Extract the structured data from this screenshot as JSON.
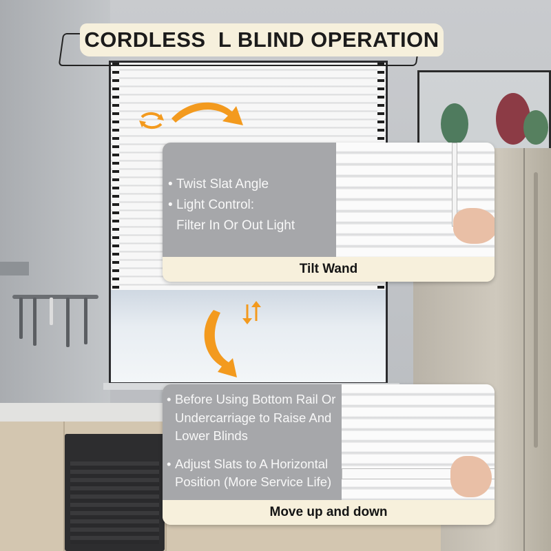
{
  "banner": {
    "title": "CORDLESS  L BLIND OPERATION"
  },
  "tilt_card": {
    "bullets": [
      "Twist Slat Angle",
      "Light Control:"
    ],
    "continuation": "Filter In Or Out Light",
    "caption": "Tilt Wand"
  },
  "lift_card": {
    "bullet1_lines": [
      "Before Using Bottom Rail Or",
      "Undercarriage to Raise And",
      "Lower Blinds"
    ],
    "bullet2_lines": [
      "Adjust Slats to A Horizontal",
      "Position (More Service Life)"
    ],
    "caption": "Move up and down"
  },
  "bullet_symbol": "•",
  "icons": [
    "rotate-icon",
    "curved-arrow-right-icon",
    "up-down-arrows-icon",
    "curved-arrow-down-icon"
  ],
  "colors": {
    "accent_orange": "#F39A1E",
    "card_cream": "#F7F0DC",
    "card_gray": "#A6A7AA"
  }
}
